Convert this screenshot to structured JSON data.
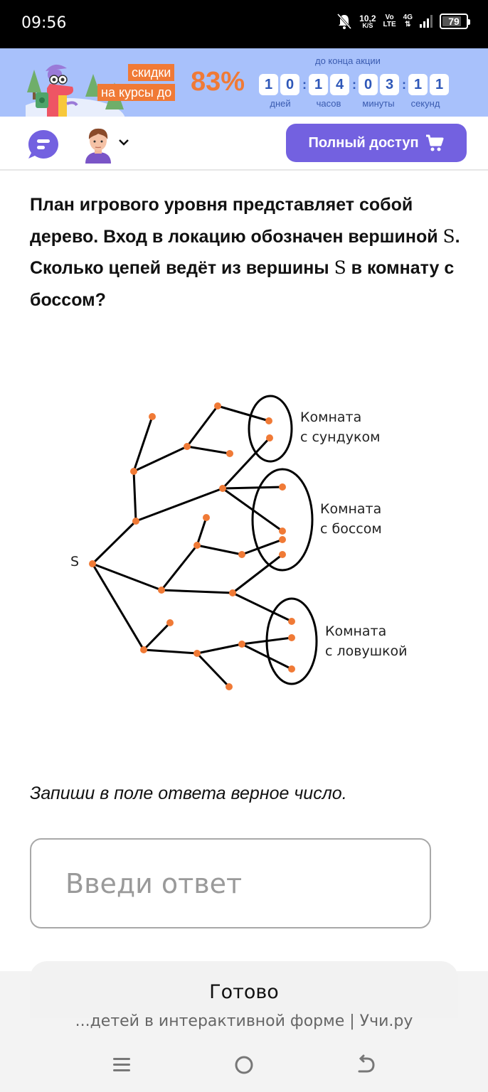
{
  "status_bar": {
    "time": "09:56",
    "net_speed_value": "10,2",
    "net_speed_unit": "K/S",
    "volte_top": "Vo",
    "volte_bottom": "LTE",
    "network": "4G",
    "battery": "79"
  },
  "promo": {
    "tag_line1": "скидки",
    "tag_line2": "на курсы до",
    "percent": "83%",
    "countdown_title": "до конца акции",
    "countdown": {
      "days": [
        "1",
        "0"
      ],
      "hours": [
        "1",
        "4"
      ],
      "minutes": [
        "0",
        "3"
      ],
      "seconds": [
        "1",
        "1"
      ]
    },
    "labels": {
      "days": "дней",
      "hours": "часов",
      "minutes": "минуты",
      "seconds": "секунд"
    },
    "colors": {
      "background": "#a8c1fb",
      "accent": "#f07a36",
      "digits": "#2e57b8"
    }
  },
  "header": {
    "full_access_label": "Полный доступ",
    "accent": "#7361e0"
  },
  "question": {
    "part1": "План игрового уровня представляет собой дерево. Вход в локацию обозначен вершиной ",
    "var1": "S",
    "part2": ". Сколько цепей ведёт из вершины ",
    "var2": "S",
    "part3": " в комнату с боссом?"
  },
  "diagram": {
    "start_label": "S",
    "rooms": [
      {
        "line1": "Комната",
        "line2": "с сундуком"
      },
      {
        "line1": "Комната",
        "line2": "с боссом"
      },
      {
        "line1": "Комната",
        "line2": "с ловушкой"
      }
    ],
    "node_color": "#f07a36"
  },
  "instruction": "Запиши в поле ответа верное число.",
  "answer": {
    "placeholder": "Введи ответ",
    "value": ""
  },
  "done_label": "Готово",
  "browser_title": "...детей в интерактивной форме | Учи.ру"
}
